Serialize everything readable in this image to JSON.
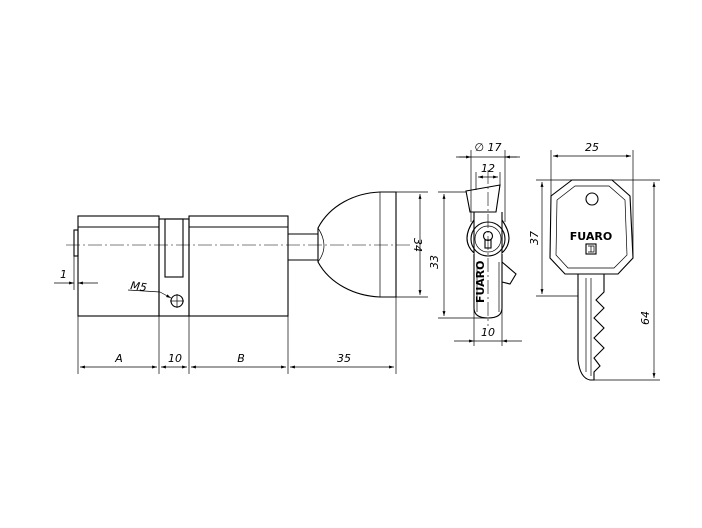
{
  "drawing": {
    "stroke_color": "#000000",
    "background_color": "#ffffff",
    "dimensions": {
      "offset": "1",
      "thread": "M5",
      "length_a": "A",
      "cam_width": "10",
      "length_b": "B",
      "knob_length": "35",
      "knob_height": "34",
      "body_height": "33",
      "diameter": "∅ 17",
      "profile_width": "12",
      "profile_bottom": "10",
      "key_width": "25",
      "key_head_height": "37",
      "key_length": "64"
    },
    "brand_mark": "FUARO",
    "brand_mark_profile": "FUARO"
  }
}
